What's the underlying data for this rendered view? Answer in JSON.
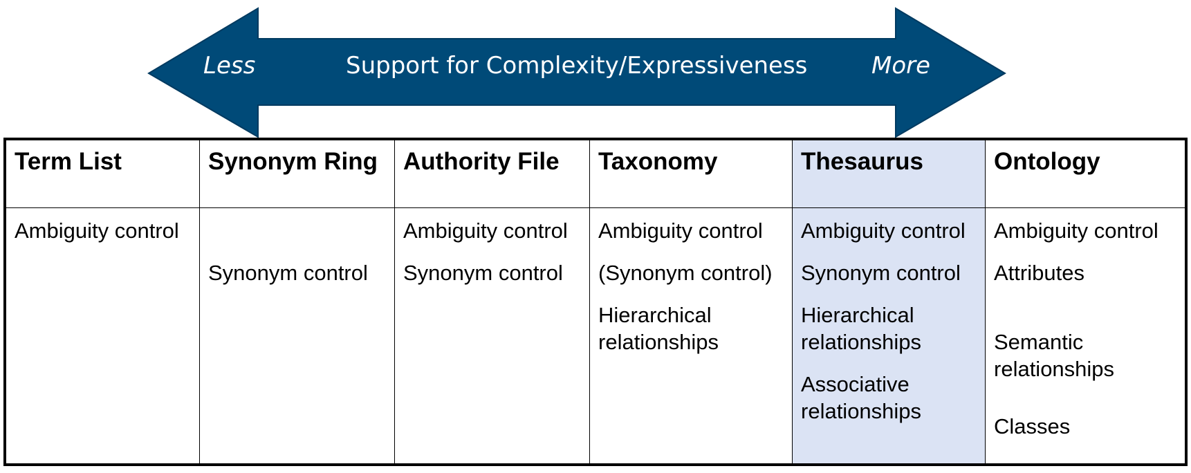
{
  "arrow": {
    "left_label": "Less",
    "title": "Support for Complexity/Expressiveness",
    "right_label": "More",
    "color": "#004a78"
  },
  "highlight_color": "#dbe3f4",
  "columns": [
    {
      "header": "Term List",
      "items": [
        "Ambiguity control"
      ]
    },
    {
      "header": "Synonym Ring",
      "items": [
        "Synonym control"
      ]
    },
    {
      "header": "Authority File",
      "items": [
        "Ambiguity control",
        "Synonym control"
      ]
    },
    {
      "header": "Taxonomy",
      "items": [
        "Ambiguity control",
        "(Synonym control)",
        "Hierarchical",
        "relationships"
      ]
    },
    {
      "header": "Thesaurus",
      "items": [
        "Ambiguity control",
        "Synonym control",
        "Hierarchical",
        "relationships",
        "Associative",
        "relationships"
      ]
    },
    {
      "header": "Ontology",
      "items": [
        "Ambiguity control",
        "Attributes",
        "Semantic",
        "relationships",
        "Classes"
      ]
    }
  ]
}
